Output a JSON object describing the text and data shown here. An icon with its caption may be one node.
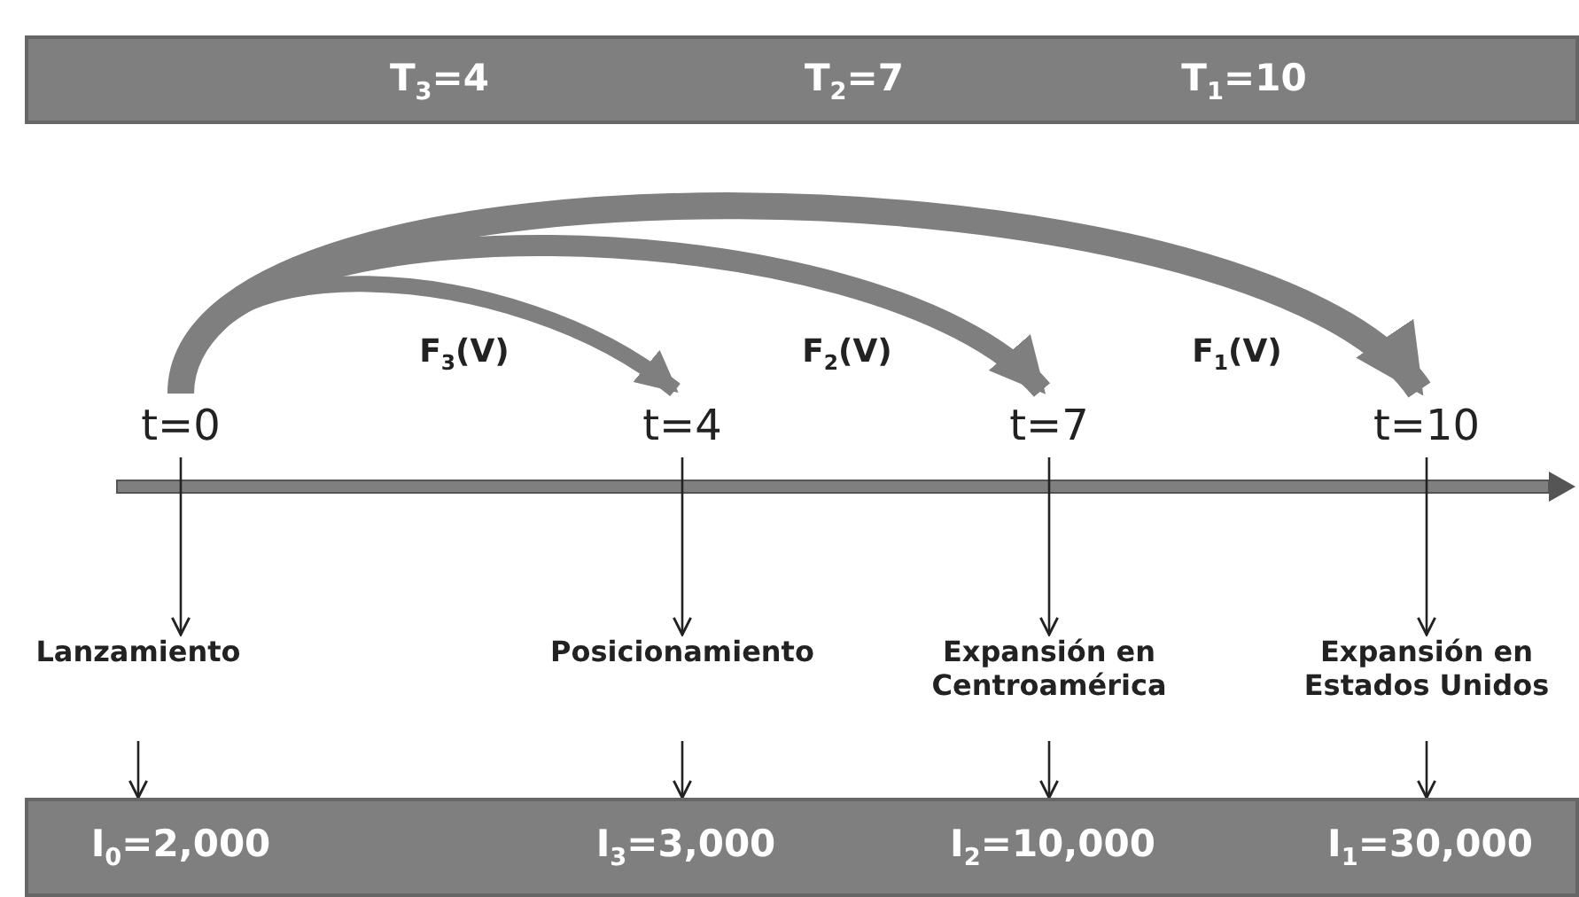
{
  "diagram": {
    "nodes": [
      {
        "text": [
          "T$_{3}$=4",
          "T$_{2}$=7",
          "T$_{1}$=10"
        ]
      },
      {
        "text": [
          "t=0"
        ]
      },
      {
        "text": [
          "t=4"
        ]
      },
      {
        "text": [
          "t=7"
        ]
      },
      {
        "text": [
          "t=10"
        ]
      },
      {
        "text": [
          "Lanzamiento"
        ]
      },
      {
        "text": [
          "Posicionamiento"
        ]
      },
      {
        "text": [
          "Expansión en Centroamérica"
        ]
      },
      {
        "text": [
          "Expansión en Estados Unidos"
        ]
      },
      {
        "text": [],
        "shape": "bar"
      },
      {
        "text": [
          "I$_{0}$=2,000"
        ],
        "in": 9
      },
      {
        "text": [
          "I$_{3}$=3,000"
        ],
        "in": 9
      },
      {
        "text": [
          "I$_{2}$=10,000"
        ],
        "in": 9
      },
      {
        "text": [
          "I$_{1}$=30,000"
        ],
        "in": 9
      }
    ],
    "edges": [
      {
        "from": 1,
        "to": 2,
        "arrow": "to",
        "label": "F$_{3}$(V)",
        "style": "thick",
        "color": "#7f7f7f"
      },
      {
        "from": 1,
        "to": 3,
        "arrow": "to",
        "label": "F$_{2}$(V)",
        "style": "thick",
        "color": "#7f7f7f"
      },
      {
        "from": 1,
        "to": 4,
        "arrow": "to",
        "label": "F$_{1}$(V)",
        "style": "thick",
        "color": "#7f7f7f"
      },
      {
        "from": 1,
        "to": 5,
        "arrow": "to"
      },
      {
        "from": 2,
        "to": 6,
        "arrow": "to"
      },
      {
        "from": 3,
        "to": 7,
        "arrow": "to"
      },
      {
        "from": 4,
        "to": 8,
        "arrow": "to"
      },
      {
        "from": 5,
        "to": 10,
        "arrow": "to"
      },
      {
        "from": 6,
        "to": 11,
        "arrow": "to"
      },
      {
        "from": 7,
        "to": 12,
        "arrow": "to"
      },
      {
        "from": 8,
        "to": 13,
        "arrow": "to"
      }
    ]
  }
}
